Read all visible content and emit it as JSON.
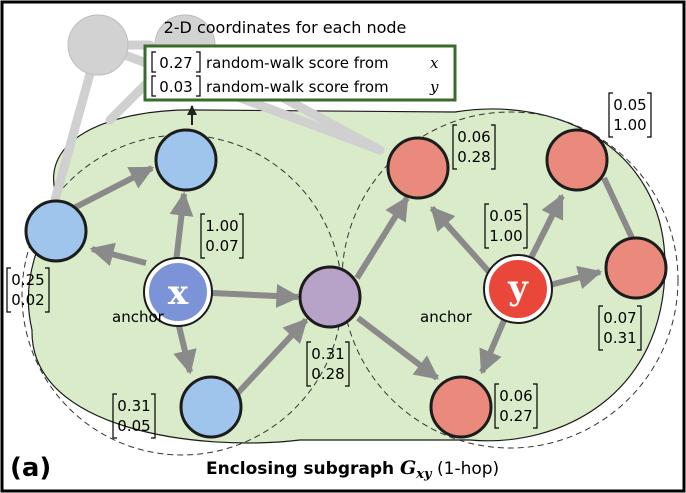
{
  "panel_label": "(a)",
  "legend": {
    "header": "2-D coordinates for each node",
    "rows": [
      {
        "value": "0.27",
        "text": "random-walk score from",
        "var": "x"
      },
      {
        "value": "0.03",
        "text": "random-walk score from",
        "var": "y"
      }
    ]
  },
  "caption": {
    "prefix": "Enclosing subgraph ",
    "symbol": "G",
    "subscript": "xy",
    "suffix": " (1-hop)"
  },
  "anchors": {
    "x": {
      "label": "x",
      "tag": "anchor"
    },
    "y": {
      "label": "y",
      "tag": "anchor"
    }
  },
  "coords": {
    "blue_left": [
      "0.25",
      "0.02"
    ],
    "x_anchor": [
      "1.00",
      "0.07"
    ],
    "blue_bottom": [
      "0.31",
      "0.05"
    ],
    "purple": [
      "0.31",
      "0.28"
    ],
    "red_top": [
      "0.06",
      "0.28"
    ],
    "y_anchor": [
      "0.05",
      "1.00"
    ],
    "red_topright": [
      "0.05",
      "1.00"
    ],
    "red_right": [
      "0.07",
      "0.31"
    ],
    "red_bottom": [
      "0.06",
      "0.27"
    ]
  },
  "colors": {
    "region_fill": "#d9ebc8",
    "blue_node": "#9fc5ec",
    "x_anchor": "#7d93d8",
    "red_node": "#ea8a7c",
    "y_anchor": "#e8473a",
    "purple_node": "#b8a3c8",
    "gray_node": "#d2d2d2",
    "edge": "#8a8a8a",
    "legend_border": "#3a6b2c"
  }
}
